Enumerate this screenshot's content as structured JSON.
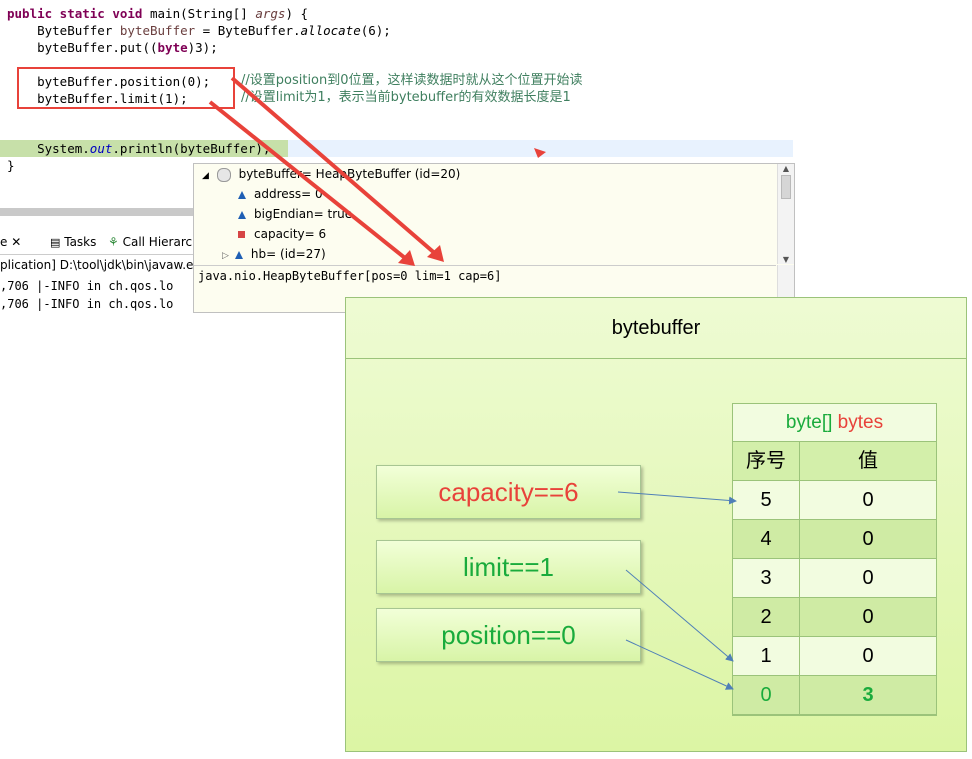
{
  "code": {
    "line1": {
      "kw": "public static void",
      "rest": " main(String[] ",
      "arg": "args",
      "end": ") {"
    },
    "line2": {
      "a": "    ByteBuffer ",
      "var": "byteBuffer",
      "b": " = ByteBuffer.",
      "method": "allocate",
      "c": "(6);"
    },
    "line3": {
      "a": "    byteBuffer.put((",
      "kw": "byte",
      "b": ")3);"
    },
    "line4": {
      "code": "    byteBuffer.position(0);",
      "comment": "//设置position到0位置，这样读数据时就从这个位置开始读"
    },
    "line5": {
      "code": "    byteBuffer.limit(1);",
      "comment": "//设置limit为1，表示当前bytebuffer的有效数据长度是1"
    },
    "line6": {
      "a": "    System.",
      "fld": "out",
      "b": ".println(byteBuffer);"
    },
    "line7": "}"
  },
  "views": {
    "tabs": [
      "Tasks",
      "Call Hierarc"
    ],
    "console_header": "plication] D:\\tool\\jdk\\bin\\javaw.e",
    "console_lines": [
      ",706 |-INFO in ch.qos.lo",
      ",706 |-INFO in ch.qos.lo"
    ]
  },
  "debug": {
    "root": "byteBuffer= HeapByteBuffer  (id=20)",
    "fields": [
      "address= 0",
      "bigEndian= true",
      "capacity= 6",
      "hb= (id=27)"
    ],
    "detail": "java.nio.HeapByteBuffer[pos=0 lim=1 cap=6]"
  },
  "diagram": {
    "title": "bytebuffer",
    "labels": {
      "capacity": "capacity==6",
      "limit": "limit==1",
      "position": "position==0"
    },
    "table": {
      "title_type": "byte[]",
      "title_name": " bytes",
      "headers": [
        "序号",
        "值"
      ],
      "rows": [
        [
          "5",
          "0"
        ],
        [
          "4",
          "0"
        ],
        [
          "3",
          "0"
        ],
        [
          "2",
          "0"
        ],
        [
          "1",
          "0"
        ],
        [
          "0",
          "3"
        ]
      ]
    }
  },
  "colors": {
    "red": "#e8423a",
    "green": "#1aab3c",
    "panel": "#e4f8bd"
  }
}
